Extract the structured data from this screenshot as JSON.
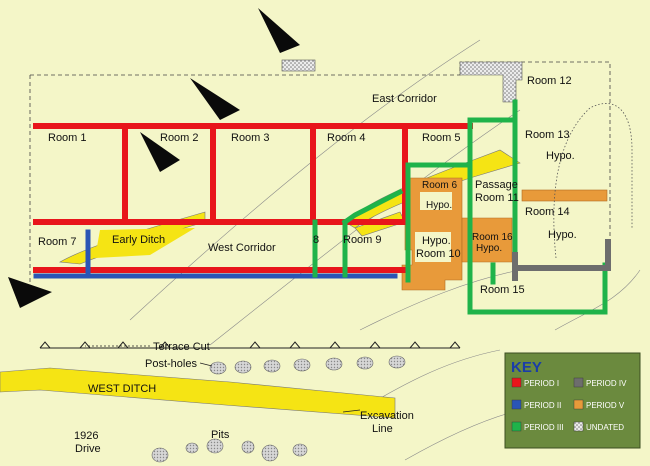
{
  "labels": {
    "east_corridor": "East Corridor",
    "west_corridor": "West Corridor",
    "room1": "Room 1",
    "room2": "Room 2",
    "room3": "Room 3",
    "room4": "Room 4",
    "room5": "Room 5",
    "room6": "Room 6",
    "room6_hypo": "Hypo.",
    "room7": "Room 7",
    "room8": "8",
    "room9": "Room 9",
    "room10_hypo": "Hypo.",
    "room10": "Room 10",
    "passage": "Passage",
    "room11": "Room 11",
    "room12": "Room 12",
    "room13": "Room 13",
    "room13_hypo": "Hypo.",
    "room14": "Room 14",
    "room14_hypo": "Hypo.",
    "room15": "Room 15",
    "room16": "Room 16",
    "room16_hypo": "Hypo.",
    "early_ditch": "Early Ditch",
    "terrace_cut": "Terrace Cut",
    "post_holes": "Post-holes",
    "west_ditch": "WEST DITCH",
    "excavation": "Excavation",
    "excavation_line": "Line",
    "drive_year": "1926",
    "drive": "Drive",
    "pits": "Pits"
  },
  "key": {
    "title": "KEY",
    "items": [
      {
        "label": "PERIOD I",
        "color": "#e8151b"
      },
      {
        "label": "PERIOD II",
        "color": "#2a55b5"
      },
      {
        "label": "PERIOD III",
        "color": "#1fb34a"
      },
      {
        "label": "PERIOD IV",
        "color": "#6d6d6d"
      },
      {
        "label": "PERIOD V",
        "color": "#e89a3a"
      },
      {
        "label": "UNDATED",
        "color": "#d8d8d8"
      }
    ]
  },
  "colors": {
    "background": "#f4f6c8",
    "ditch": "#f5e414",
    "key_panel": "#6b8a3e"
  }
}
